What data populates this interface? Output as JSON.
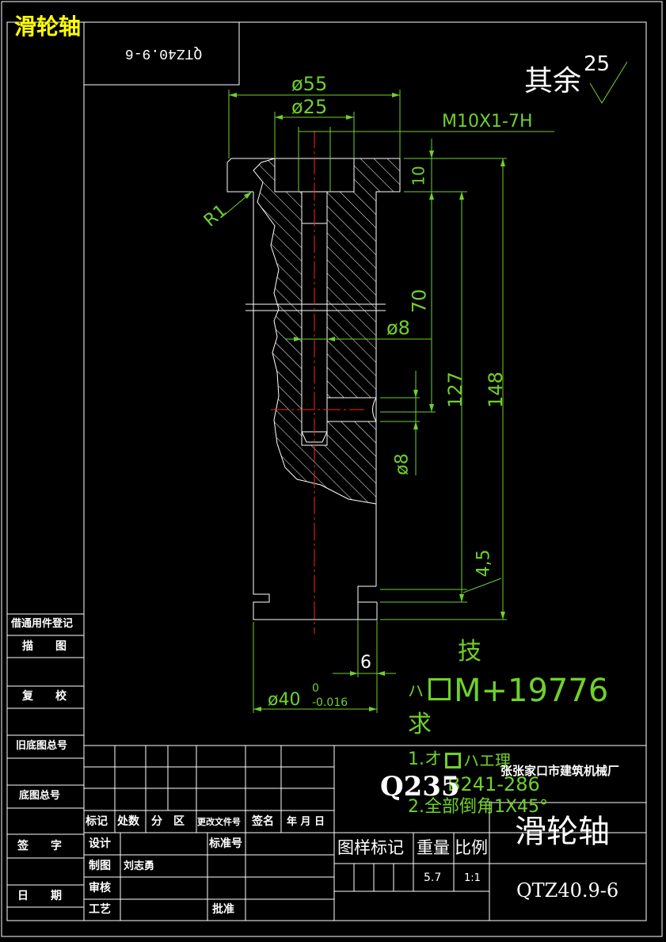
{
  "corner_title": "滑轮轴",
  "stamp_code": "QTZ40.9-6",
  "roughness": {
    "label": "其余",
    "value": "25"
  },
  "dimensions": {
    "dia55": "ø55",
    "dia25": "ø25",
    "thread": "M10X1-7H",
    "d10": "10",
    "d70": "70",
    "d127": "127",
    "d148": "148",
    "dia8_a": "ø8",
    "dia8_b": "ø8",
    "d4_5": "4,5",
    "d6": "6",
    "r1": "R1",
    "dia40": "ø40",
    "tol_upper": "0",
    "tol_lower": "-0.016"
  },
  "notes": {
    "tech_1": "技",
    "tech_2": "ハ",
    "tech_3": "M+19776",
    "tech_4": "求",
    "line1": "1.オ",
    "line1b": "ハエ理",
    "line2": "B241-286",
    "line3": "2.全部倒角1X45°"
  },
  "left_column": {
    "borrowed": "借通用件登记",
    "illustration": "描　　图",
    "review": "复　　校",
    "old_base": "旧底图总号",
    "base": "底图总号",
    "sign": "签　　字",
    "date": "日　　期"
  },
  "title_block": {
    "material": "Q235",
    "company": "张张家口市建筑机械厂",
    "part_name": "滑轮轴",
    "drawing_no": "QTZ40.9-6",
    "mark": "标记",
    "count": "处数",
    "zone": "分　区",
    "change_doc": "更改文件号",
    "signature": "签名",
    "date": "年 月 日",
    "design": "设计",
    "standardize": "标准号",
    "drafted": "制图",
    "drafter": "刘志勇",
    "check": "审核",
    "process": "工艺",
    "approve": "批准",
    "pattern_mark": "图样标记",
    "weight": "重量",
    "scale": "比例",
    "weight_value": "5.7",
    "scale_value": "1:1"
  }
}
